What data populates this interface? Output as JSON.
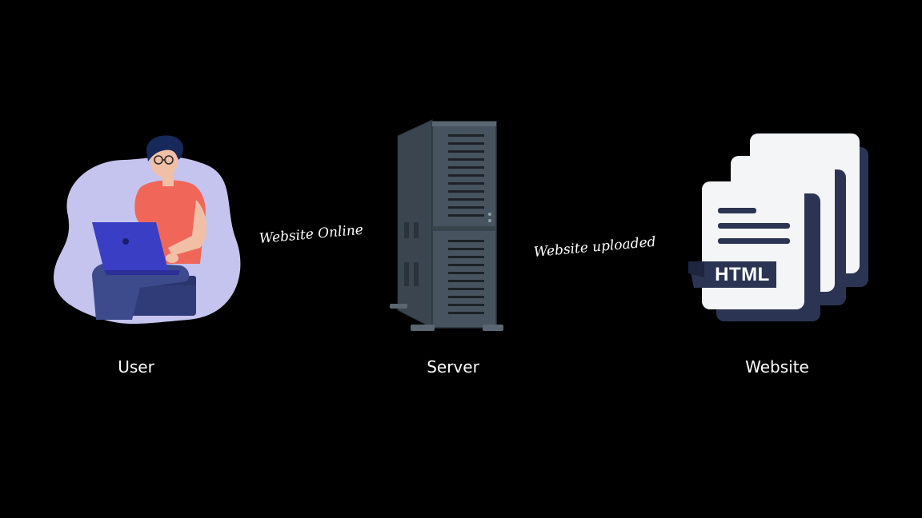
{
  "diagram": {
    "nodes": {
      "user": {
        "label": "User",
        "icon": "user-with-laptop-illustration"
      },
      "server": {
        "label": "Server",
        "icon": "server-tower-icon"
      },
      "website": {
        "label": "Website",
        "icon": "html-documents-icon",
        "badge_text": "HTML"
      }
    },
    "edges": {
      "user_server": {
        "label": "Website Online"
      },
      "server_website": {
        "label": "Website uploaded"
      }
    }
  },
  "colors": {
    "background": "#000000",
    "text": "#ffffff",
    "blob": "#c5c4ee",
    "shirt": "#f0675a",
    "laptop": "#3a3ec4",
    "pants": "#3d4a8c",
    "hair": "#17285a",
    "server_body": "#3f4b55",
    "document": "#f4f5f7",
    "document_dark": "#2b3553"
  }
}
